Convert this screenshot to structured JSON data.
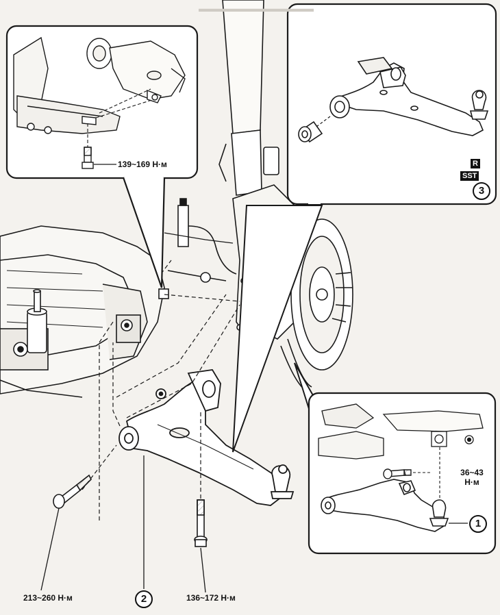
{
  "torque_labels": {
    "inset_top_left": "139~169 Н·м",
    "inset_bottom_right_line1": "36~43",
    "inset_bottom_right_line2": "Н·м",
    "main_bolt_left": "213~260 Н·м",
    "main_bolt_right": "136~172 Н·м"
  },
  "callouts": {
    "one": "1",
    "two": "2",
    "three": "3"
  },
  "tags": {
    "r": "R",
    "sst": "SST"
  },
  "colors": {
    "line": "#1a1a1a",
    "paper": "#f4f2ee",
    "inset_bg": "#ffffff",
    "ghost_text": "#b9b6b0"
  }
}
